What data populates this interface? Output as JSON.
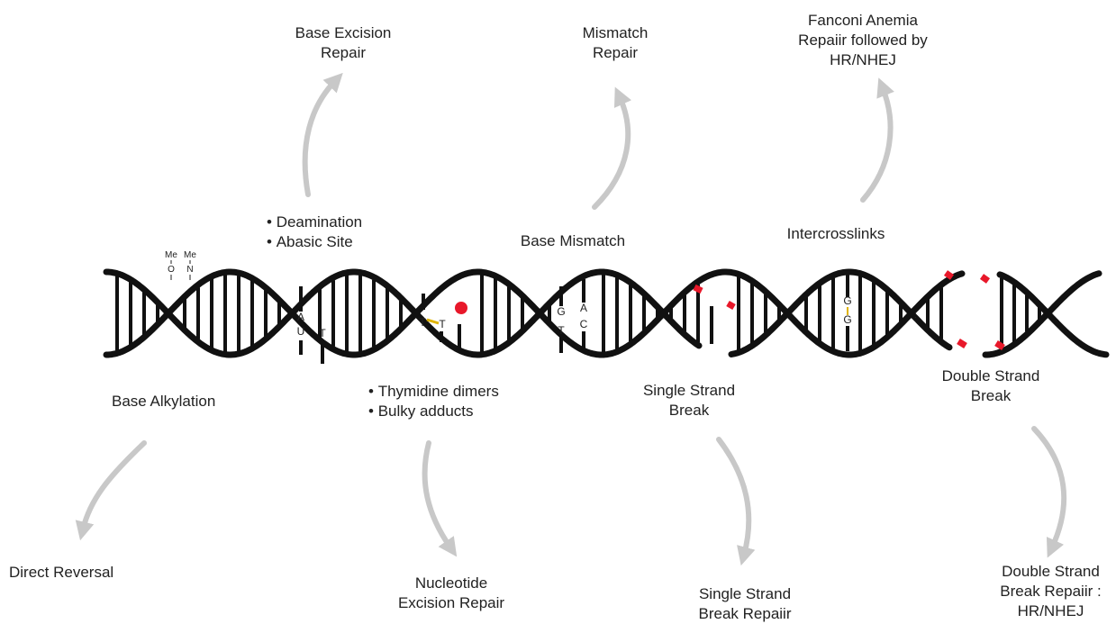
{
  "damage_types": {
    "base_alkylation": "Base Alkylation",
    "deamination_items": [
      "Deamination",
      "Abasic Site"
    ],
    "nucleotide_items": [
      "Thymidine dimers",
      "Bulky adducts"
    ],
    "base_mismatch": "Base Mismatch",
    "single_strand_break": "Single Strand\nBreak",
    "intercrosslinks": "Intercrosslinks",
    "double_strand_break": "Double  Strand\nBreak"
  },
  "repair_pathways": {
    "direct_reversal": "Direct Reversal",
    "base_excision_repair": "Base Excision\nRepair",
    "nucleotide_excision_repair": "Nucleotide\nExcision Repair",
    "mismatch_repair": "Mismatch\nRepair",
    "single_strand_break_repair": "Single Strand\nBreak Repaiir",
    "fanconi_anemia_repair": "Fanconi Anemia\nRepaiir followed by\nHR/NHEJ",
    "double_strand_break_repair": "Double  Strand\nBreak Repaiir :\nHR/NHEJ"
  },
  "dna_labels": {
    "methyl_1": "Me",
    "methyl_2": "Me",
    "oxygen": "O",
    "nitrogen": "N",
    "abasic_a": "A",
    "abasic_u": "U",
    "abasic_t": "T",
    "dimer_t1": "T",
    "dimer_t2": "T",
    "mismatch_g": "G",
    "mismatch_t": "T",
    "mismatch_a": "A",
    "mismatch_c": "C",
    "crosslink_g1": "G",
    "crosslink_g2": "G"
  },
  "colors": {
    "strand": "#111111",
    "arrow": "#c8c8c8",
    "break_end": "#e8182a",
    "crosslink": "#e0b400",
    "adduct": "#e8182a",
    "text": "#222222"
  }
}
